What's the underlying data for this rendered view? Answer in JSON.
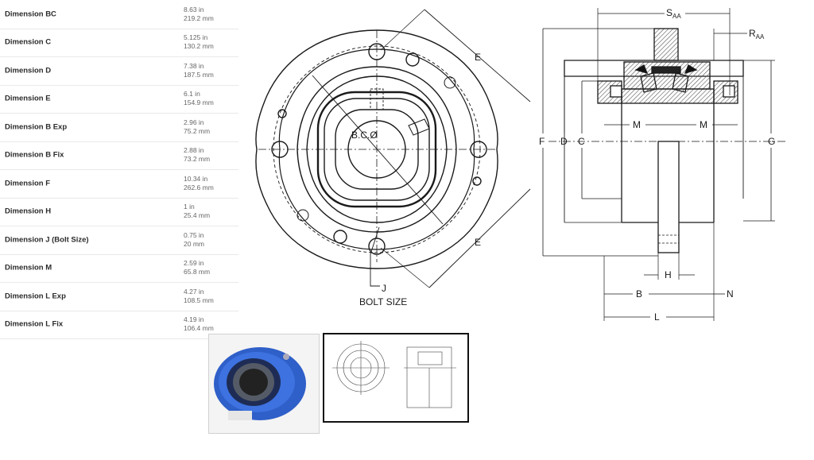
{
  "specs": [
    {
      "label": "Dimension BC",
      "value_in": "8.63 in",
      "value_mm": "219.2 mm"
    },
    {
      "label": "Dimension C",
      "value_in": "5.125 in",
      "value_mm": "130.2 mm"
    },
    {
      "label": "Dimension D",
      "value_in": "7.38 in",
      "value_mm": "187.5 mm"
    },
    {
      "label": "Dimension E",
      "value_in": "6.1 in",
      "value_mm": "154.9 mm"
    },
    {
      "label": "Dimension B Exp",
      "value_in": "2.96 in",
      "value_mm": "75.2 mm"
    },
    {
      "label": "Dimension B Fix",
      "value_in": "2.88 in",
      "value_mm": "73.2 mm"
    },
    {
      "label": "Dimension F",
      "value_in": "10.34 in",
      "value_mm": "262.6 mm"
    },
    {
      "label": "Dimension H",
      "value_in": "1 in",
      "value_mm": "25.4 mm"
    },
    {
      "label": "Dimension J (Bolt Size)",
      "value_in": "0.75 in",
      "value_mm": "20 mm"
    },
    {
      "label": "Dimension M",
      "value_in": "2.59 in",
      "value_mm": "65.8 mm"
    },
    {
      "label": "Dimension L Exp",
      "value_in": "4.27 in",
      "value_mm": "108.5 mm"
    },
    {
      "label": "Dimension L Fix",
      "value_in": "4.19 in",
      "value_mm": "106.4 mm"
    }
  ],
  "drawing": {
    "bc_label": "B.C.Ø",
    "e_label": "E",
    "j_label": "J",
    "bolt_size_label": "BOLT SIZE",
    "saa_label": "S",
    "saa_sub": "AA",
    "raa_label": "R",
    "raa_sub": "AA",
    "f_label": "F",
    "d_label": "D",
    "c_label": "C",
    "g_label": "G",
    "m_label": "M",
    "h_label": "H",
    "b_label": "B",
    "n_label": "N",
    "l_label": "L"
  },
  "colors": {
    "line": "#1a1a1a",
    "hatch": "#555555",
    "housing_blue": "#2f5fc8"
  }
}
